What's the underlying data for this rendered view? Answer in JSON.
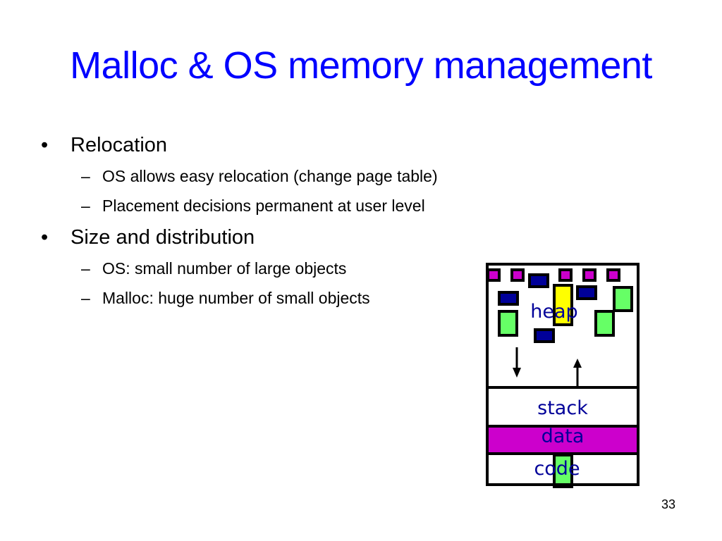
{
  "slide": {
    "title": "Malloc & OS memory management",
    "page_number": "33",
    "bullets": [
      {
        "text": "Relocation",
        "marker": "•",
        "sub": [
          {
            "text": "OS allows easy relocation (change page table)",
            "marker": "–"
          },
          {
            "text": "Placement decisions permanent at user level",
            "marker": "–"
          }
        ]
      },
      {
        "text": "Size and distribution",
        "marker": "•",
        "sub": [
          {
            "text": "OS: small number of large objects",
            "marker": "–"
          },
          {
            "text": "Malloc: huge number of small objects",
            "marker": "–"
          }
        ]
      }
    ]
  },
  "diagram": {
    "labels": {
      "heap": "heap",
      "stack": "stack",
      "data": "data",
      "code": "code"
    },
    "colors": {
      "title": "#0000ff",
      "label": "#000099",
      "magenta": "#cc00cc",
      "blue": "#000099",
      "green": "#66ff66",
      "yellow": "#ffff00",
      "border": "#000000"
    },
    "arrows": {
      "heap_growth": "down",
      "stack_growth": "up"
    }
  }
}
